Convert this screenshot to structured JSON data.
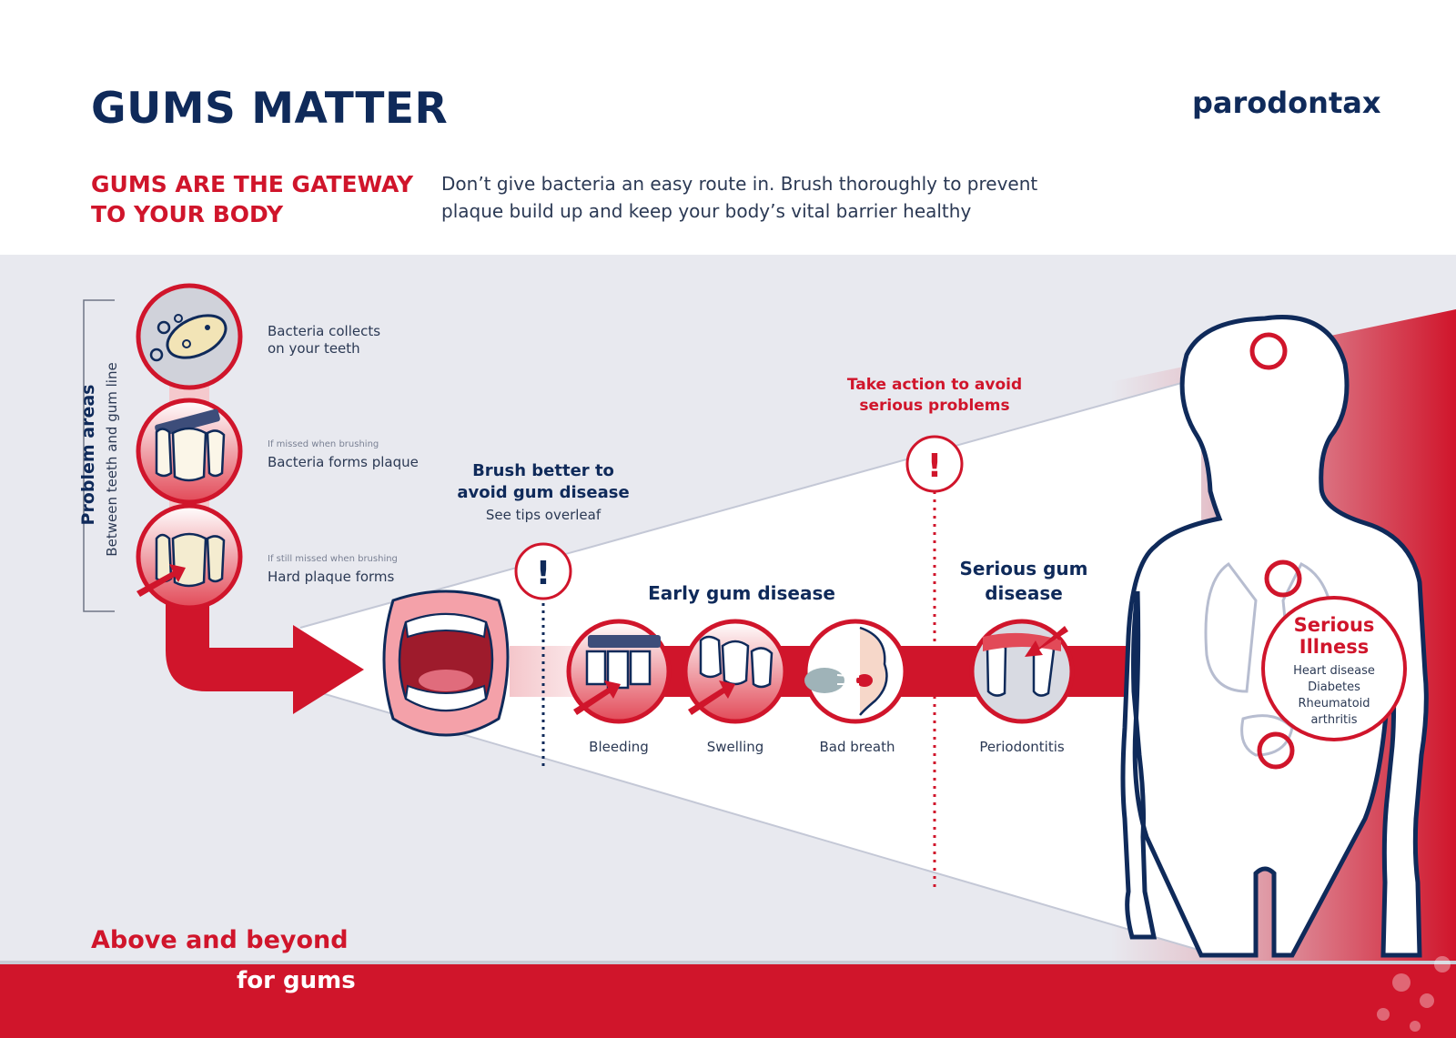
{
  "header": {
    "title": "GUMS MATTER",
    "brand": "parodontax",
    "subhead_line1": "GUMS ARE THE GATEWAY",
    "subhead_line2": "TO YOUR BODY",
    "intro_line1": "Don’t give bacteria an easy route in. Brush thoroughly to prevent",
    "intro_line2": "plaque build up and keep your body’s vital barrier healthy"
  },
  "problem_areas": {
    "label": "Problem areas",
    "sublabel": "Between teeth and gum line",
    "steps": [
      {
        "note": "",
        "line1": "Bacteria collects",
        "line2": "on your teeth"
      },
      {
        "note": "If missed when brushing",
        "line1": "Bacteria forms plaque",
        "line2": ""
      },
      {
        "note": "If still missed when brushing",
        "line1": "Hard plaque forms",
        "line2": ""
      }
    ]
  },
  "brush_better": {
    "line1": "Brush better to",
    "line2": "avoid gum disease",
    "sub": "See tips overleaf",
    "mark": "!"
  },
  "take_action": {
    "line1": "Take action to avoid",
    "line2": "serious problems",
    "mark": "!"
  },
  "early_disease": {
    "title": "Early gum disease",
    "items": [
      "Bleeding",
      "Swelling",
      "Bad breath"
    ]
  },
  "serious_disease": {
    "line1": "Serious gum",
    "line2": "disease",
    "item": "Periodontitis"
  },
  "serious_illness": {
    "line1": "Serious",
    "line2": "Illness",
    "items": [
      "Heart disease",
      "Diabetes",
      "Rheumatoid",
      "arthritis"
    ]
  },
  "footer": {
    "line1": "Above and beyond",
    "line2": "for gums"
  },
  "colors": {
    "navy": "#0f2a5a",
    "red": "#d0152b",
    "panel": "#e8e9ef"
  }
}
